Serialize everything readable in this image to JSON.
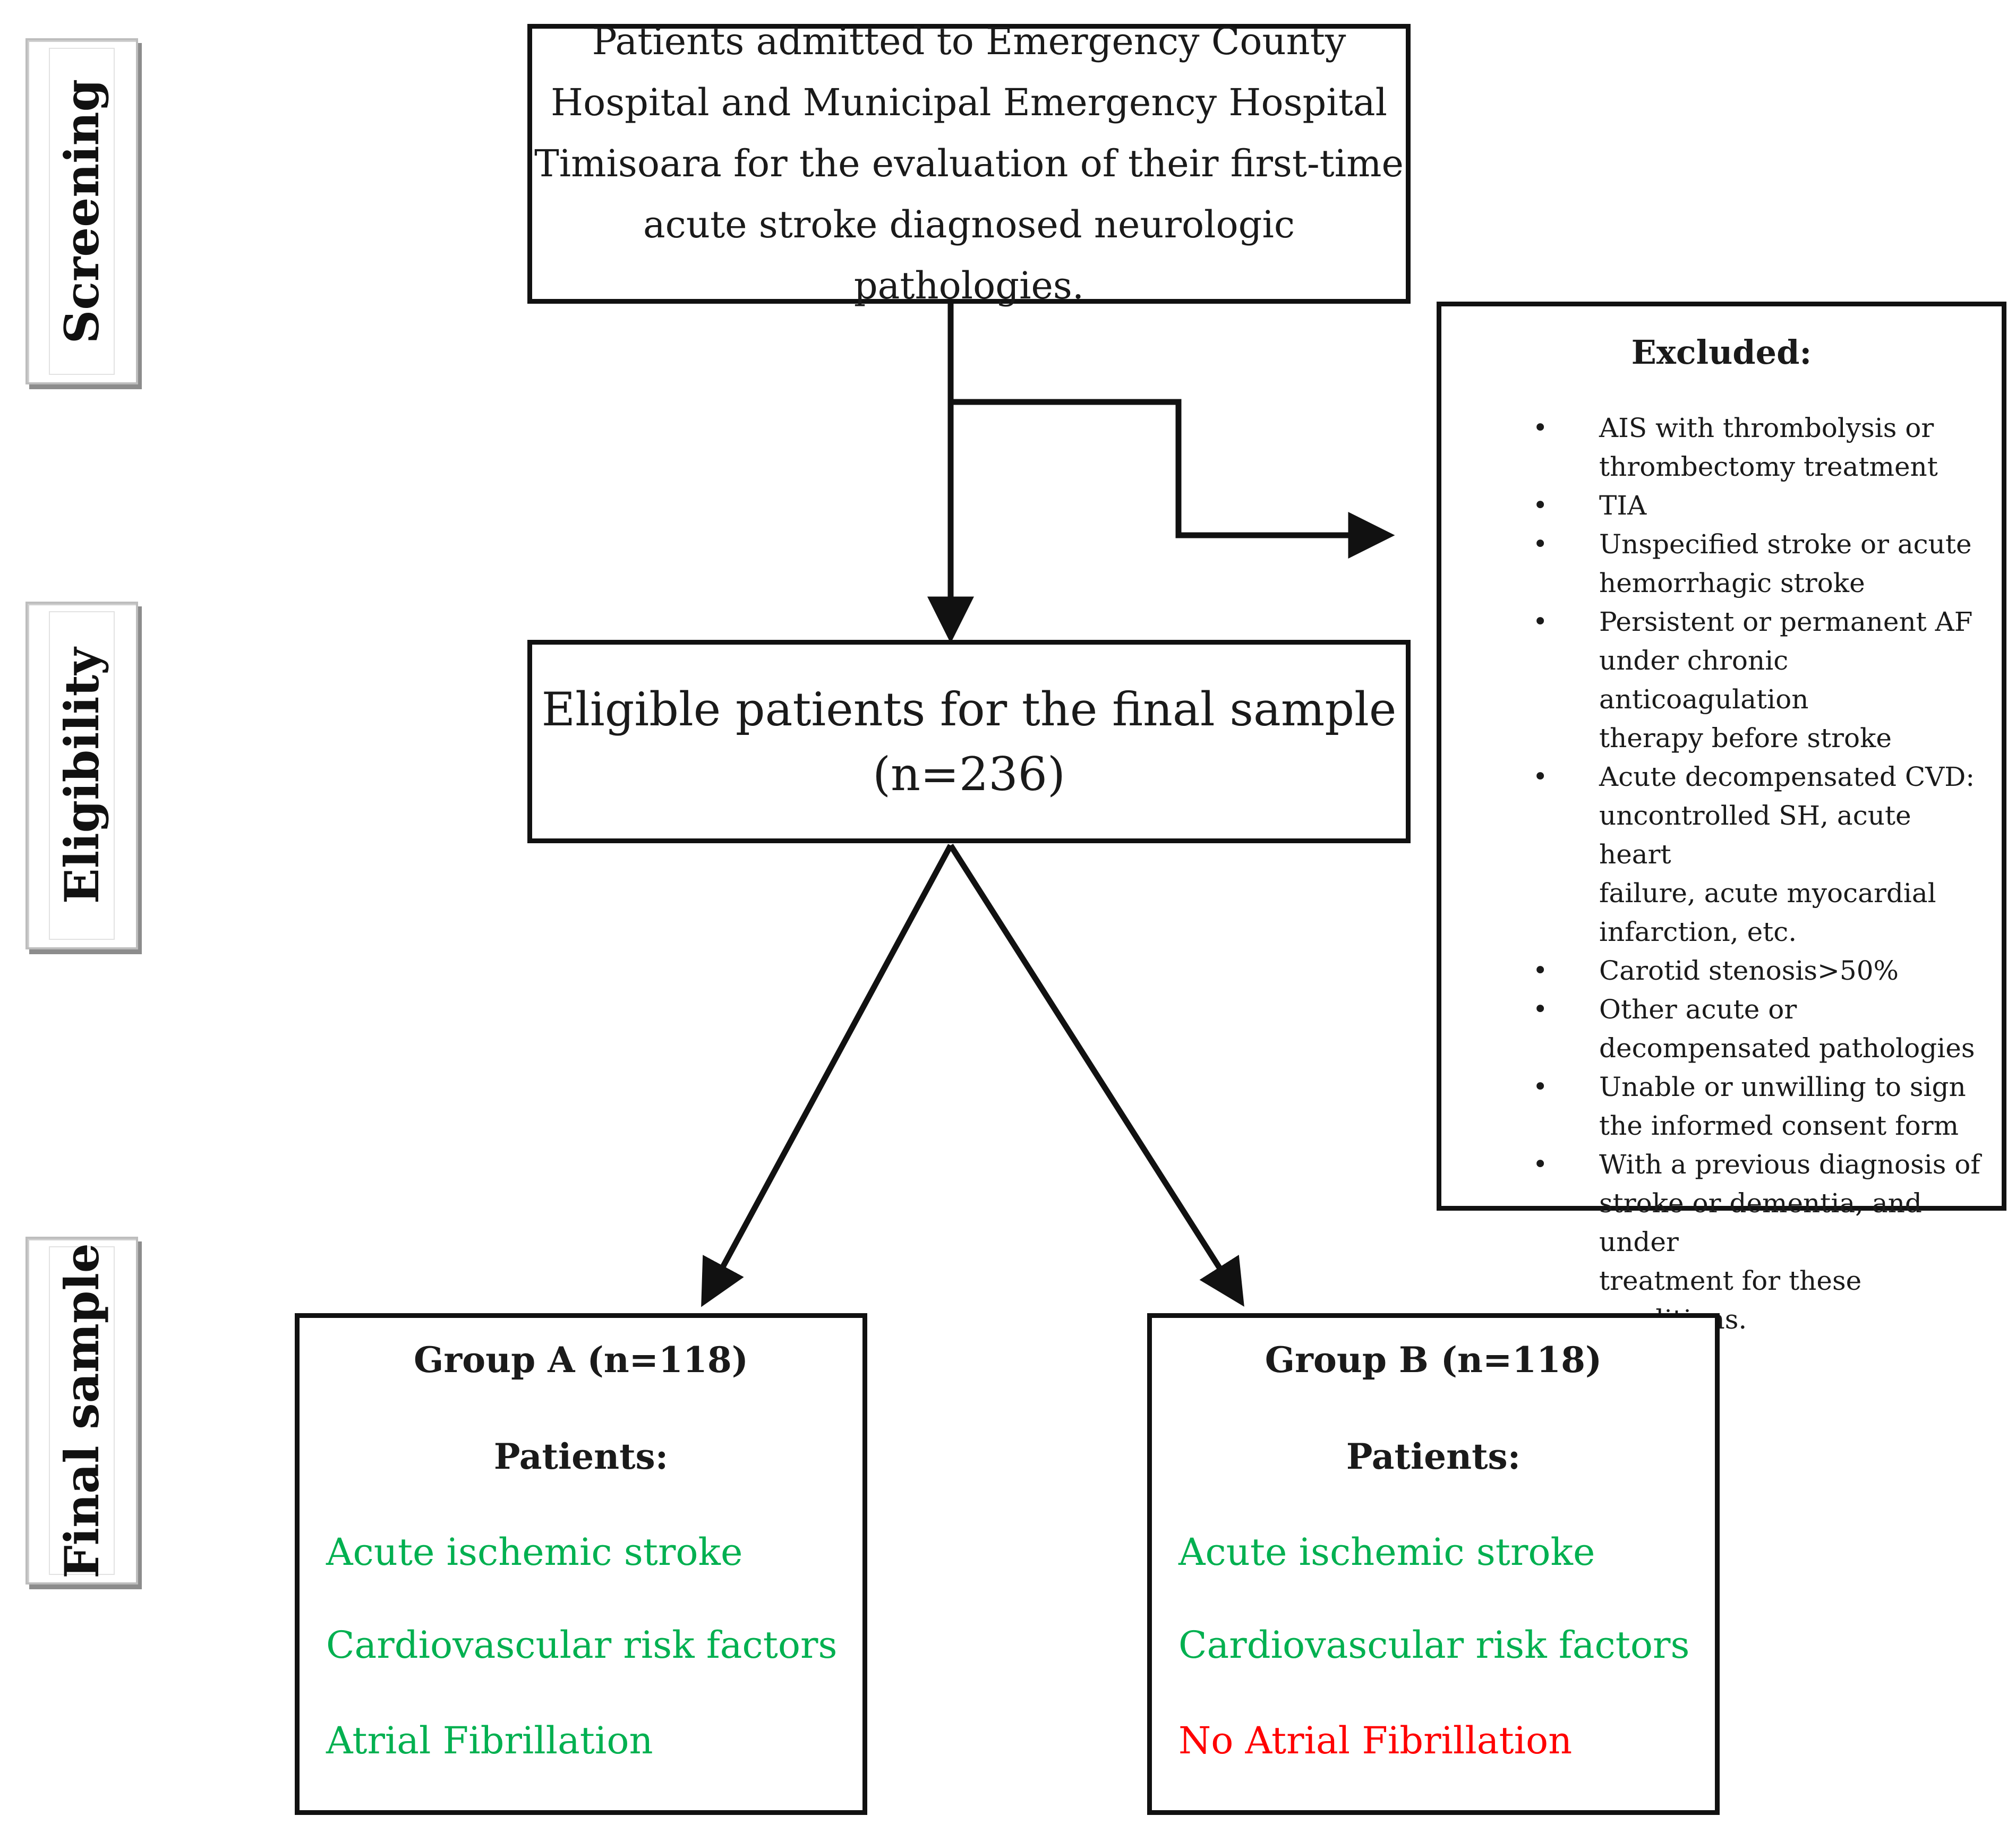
{
  "phases": {
    "screening": "Screening",
    "eligibility": "Eligibility",
    "final_sample": "Final sample"
  },
  "screening_box": {
    "lines": [
      "Patients admitted to Emergency County",
      "Hospital and Municipal Emergency Hospital",
      "Timisoara for the evaluation of their first-time",
      "acute stroke diagnosed neurologic pathologies."
    ]
  },
  "eligible_box": {
    "line1": "Eligible patients for the final sample",
    "line2": "(n=236)"
  },
  "excluded_box": {
    "title": "Excluded:",
    "bullet": "•",
    "items": [
      [
        "AIS with thrombolysis or",
        "thrombectomy treatment"
      ],
      [
        "TIA"
      ],
      [
        "Unspecified stroke or acute",
        "hemorrhagic stroke"
      ],
      [
        "Persistent or permanent AF",
        "under chronic anticoagulation",
        "therapy before stroke"
      ],
      [
        "Acute decompensated CVD:",
        "uncontrolled SH, acute heart",
        "failure, acute myocardial",
        "infarction, etc."
      ],
      [
        "Carotid stenosis>50%"
      ],
      [
        "Other acute or",
        "decompensated pathologies"
      ],
      [
        "Unable or unwilling to sign",
        "the informed consent form"
      ],
      [
        "With a previous diagnosis of",
        "stroke or dementia, and under",
        "treatment for these conditions."
      ]
    ]
  },
  "group_a": {
    "title": "Group A (n=118)",
    "subtitle": "Patients:",
    "items": [
      "Acute ischemic stroke",
      "Cardiovascular risk factors",
      "Atrial Fibrillation"
    ]
  },
  "group_b": {
    "title": "Group B (n=118)",
    "subtitle": "Patients:",
    "items": [
      "Acute ischemic stroke",
      "Cardiovascular risk factors",
      "No Atrial Fibrillation"
    ]
  },
  "colors": {
    "present": "#00b050",
    "absent": "#ff0000",
    "line": "#111111"
  }
}
